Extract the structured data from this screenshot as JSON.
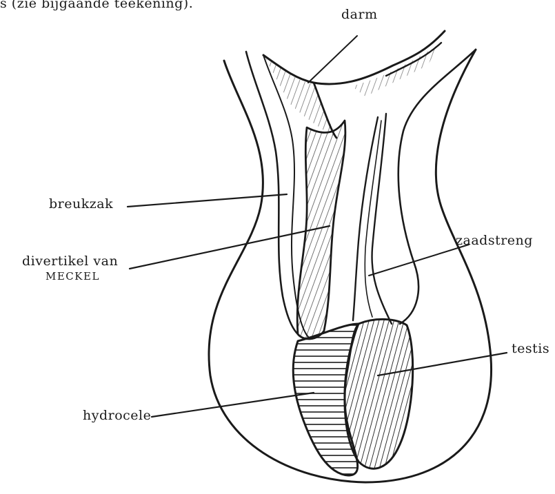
{
  "page": {
    "top_text": "s (zie bijgaande teekening)."
  },
  "figure": {
    "labels": {
      "darm": "darm",
      "breukzak": "breukzak",
      "divertikel": "divertikel van",
      "meckel": "MECKEL",
      "zaadstreng": "zaadstreng",
      "testis": "testis",
      "hydrocele": "hydrocele"
    }
  },
  "colors": {
    "ink": "#1a1a1a",
    "paper": "#ffffff"
  }
}
